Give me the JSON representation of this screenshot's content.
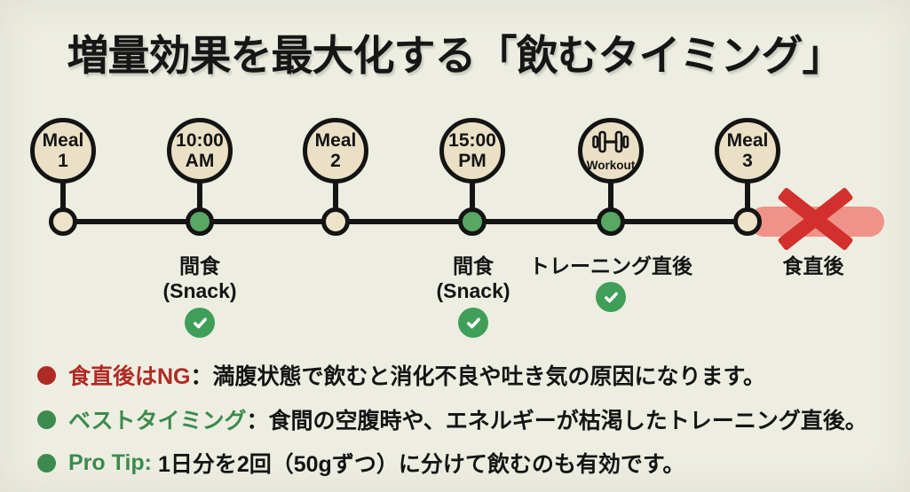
{
  "title": "増量効果を最大化する「飲むタイミング」",
  "colors": {
    "background": "#edeee1",
    "ink": "#141414",
    "circle_fill": "#eae0c5",
    "node_green": "#58a763",
    "check_green": "#3f9f58",
    "ng_band_pink": "#ef928a",
    "ng_x_red": "#d2302c",
    "note_red": "#b02a24",
    "note_green": "#3c8a4e"
  },
  "timeline": {
    "stops": [
      {
        "line1": "Meal",
        "line2": "1",
        "node_color": "beige"
      },
      {
        "line1": "10:00",
        "line2": "AM",
        "node_color": "green"
      },
      {
        "line1": "Meal",
        "line2": "2",
        "node_color": "beige"
      },
      {
        "line1": "15:00",
        "line2": "PM",
        "node_color": "green"
      },
      {
        "label": "Workout",
        "icon": "dumbbell-icon",
        "node_color": "green"
      },
      {
        "line1": "Meal",
        "line2": "3",
        "node_color": "beige"
      }
    ],
    "annotations": [
      {
        "line1": "間食",
        "line2": "(Snack)",
        "check": true
      },
      {
        "line1": "間食",
        "line2": "(Snack)",
        "check": true
      },
      {
        "line1": "トレーニング直後",
        "line2": "",
        "check": true
      },
      {
        "line1": "食直後",
        "line2": "",
        "check": false
      }
    ],
    "icons": {
      "ok": "check-icon",
      "ng": "x-cross-icon",
      "workout": "dumbbell-icon"
    }
  },
  "notes": [
    {
      "color": "red",
      "label": "食直後はNG",
      "text": "：満腹状態で飲むと消化不良や吐き気の原因になります。"
    },
    {
      "color": "green",
      "label": "ベストタイミング",
      "text": "：食間の空腹時や、エネルギーが枯渇したトレーニング直後。"
    },
    {
      "color": "green",
      "label": "Pro Tip:",
      "text": " 1日分を2回（50gずつ）に分けて飲むのも有効です。"
    }
  ]
}
